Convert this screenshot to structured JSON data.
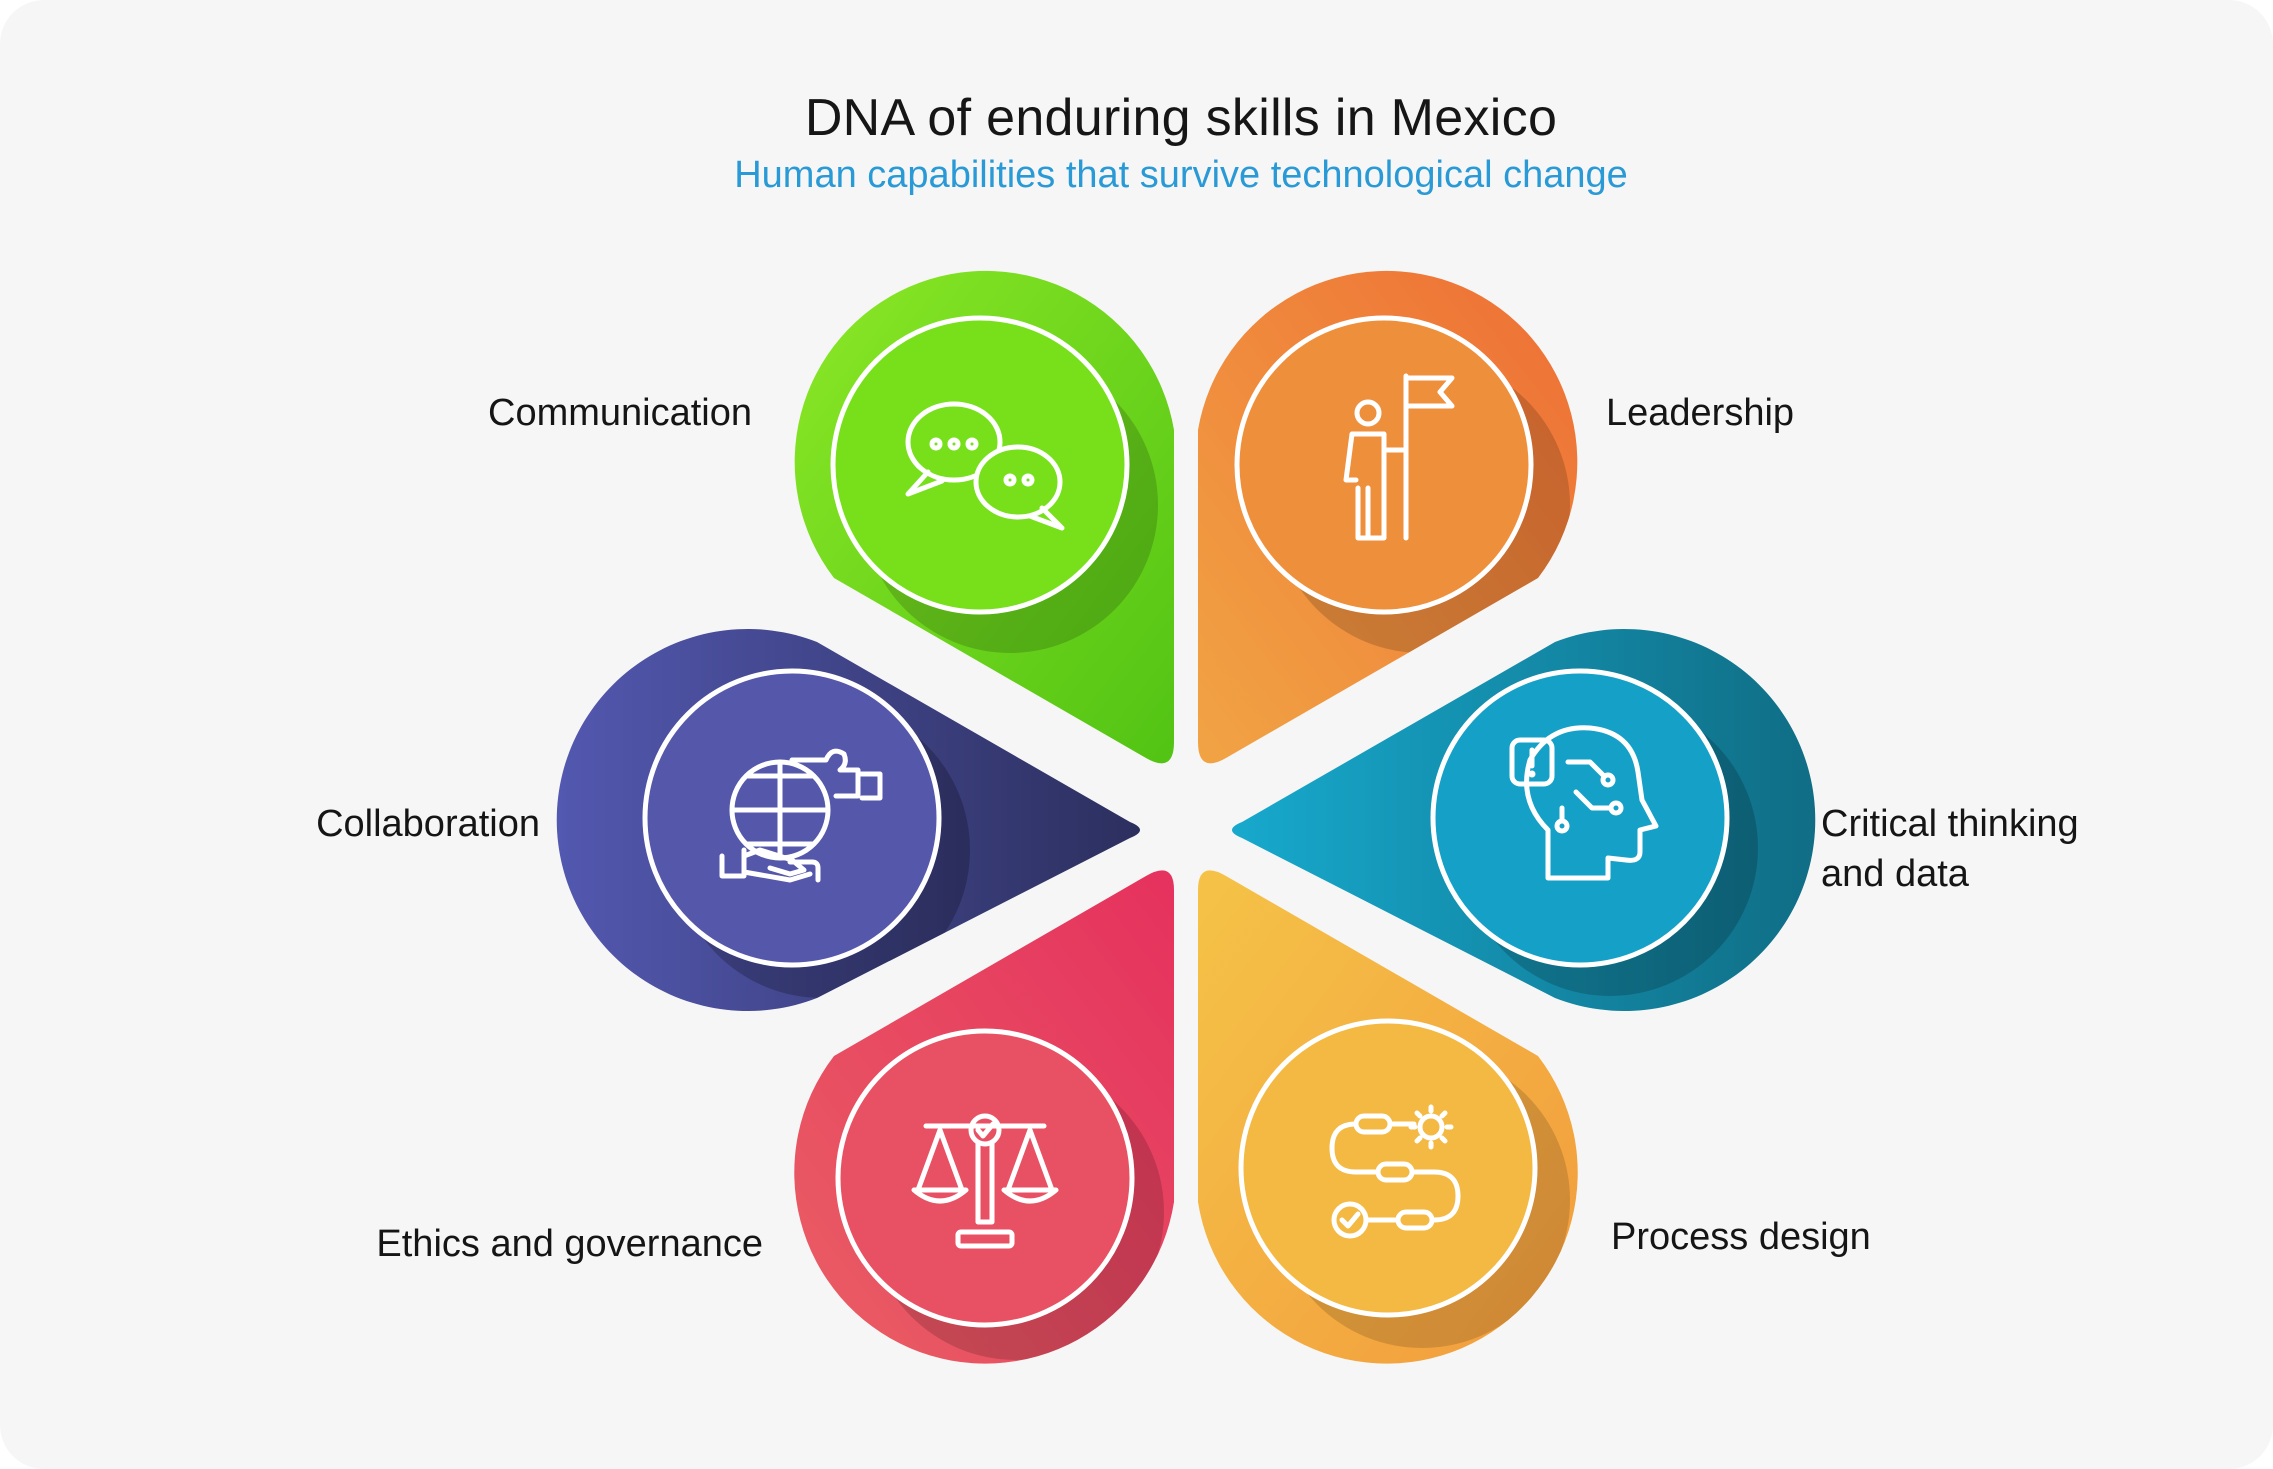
{
  "header": {
    "title": "DNA of enduring skills in Mexico",
    "subtitle": "Human capabilities that survive technological change"
  },
  "colors": {
    "background": "#f6f6f6",
    "subtitle": "#2a9ad6",
    "communication": "#77e01a",
    "leadership": "#ee8f3c",
    "critical_thinking": "#15a1c7",
    "process_design": "#f3b943",
    "ethics": "#e85163",
    "collaboration": "#5557aa"
  },
  "skills": [
    {
      "label": "Communication",
      "icon": "speech-bubbles-icon"
    },
    {
      "label": "Leadership",
      "icon": "person-with-flag-icon"
    },
    {
      "label": "Critical thinking\nand data",
      "icon": "head-circuit-alert-icon"
    },
    {
      "label": "Process design",
      "icon": "process-flow-gear-icon"
    },
    {
      "label": "Ethics and governance",
      "icon": "balance-scale-check-icon"
    },
    {
      "label": "Collaboration",
      "icon": "globe-puzzle-handshake-icon"
    }
  ]
}
